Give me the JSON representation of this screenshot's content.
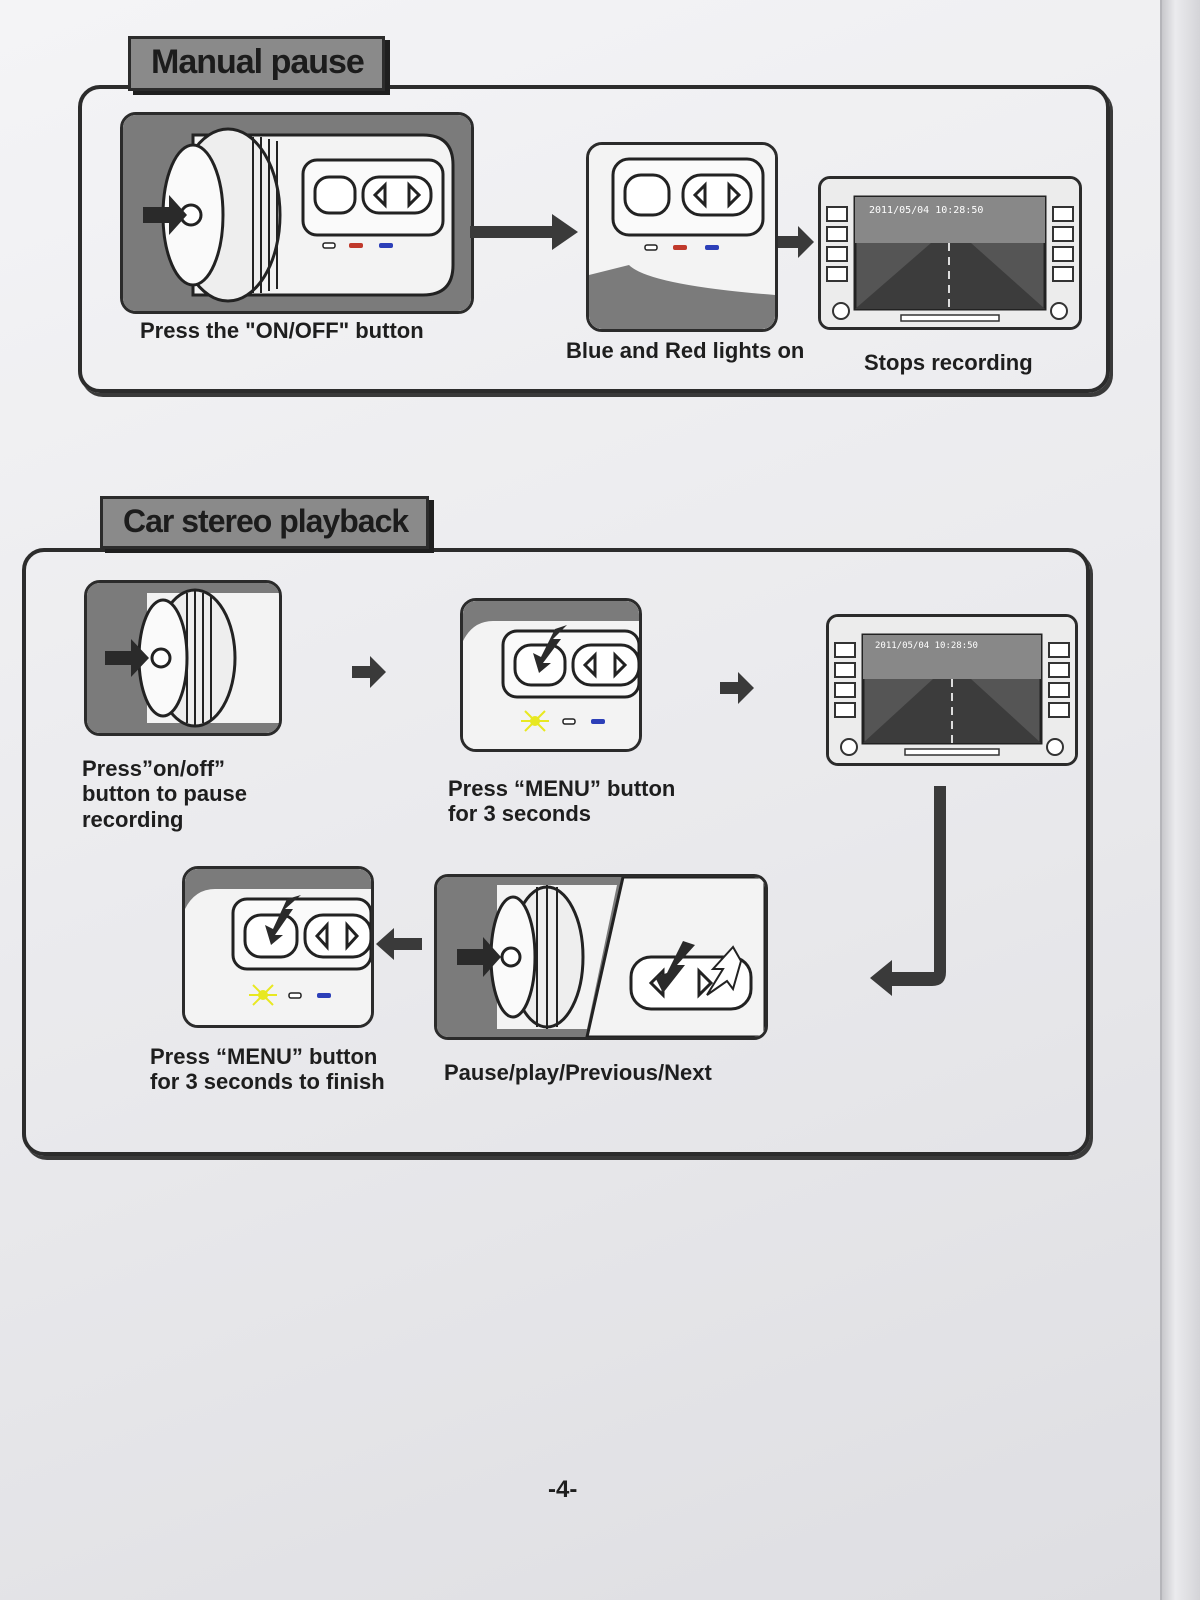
{
  "manual_pause": {
    "title": "Manual pause",
    "steps": [
      {
        "caption": "Press the \"ON/OFF\" button"
      },
      {
        "caption": "Blue and Red lights on"
      },
      {
        "caption": "Stops recording"
      }
    ],
    "screen_timestamp": "2011/05/04 10:28:50"
  },
  "car_stereo_playback": {
    "title": "Car stereo playback",
    "steps": [
      {
        "caption_lines": [
          "Press”on/off”",
          "button to pause",
          "recording"
        ]
      },
      {
        "caption_lines": [
          "Press “MENU” button",
          "for 3 seconds"
        ]
      },
      {
        "caption_lines": [
          "Press “MENU” button",
          "for 3 seconds to finish"
        ]
      },
      {
        "caption": "Pause/play/Previous/Next"
      }
    ],
    "screen_timestamp": "2011/05/04 10:28:50"
  },
  "page_number": "-4-",
  "colors": {
    "red_led": "#c0392b",
    "blue_led": "#2c3fb8",
    "yellow_led": "#e8e820",
    "header_fill": "#8a8a8a"
  },
  "icons": [
    "dashcam-lens-icon",
    "dashcam-buttons-icon",
    "car-stereo-screen-icon",
    "arrow-right-icon",
    "arrow-left-icon",
    "press-arrow-icon"
  ]
}
